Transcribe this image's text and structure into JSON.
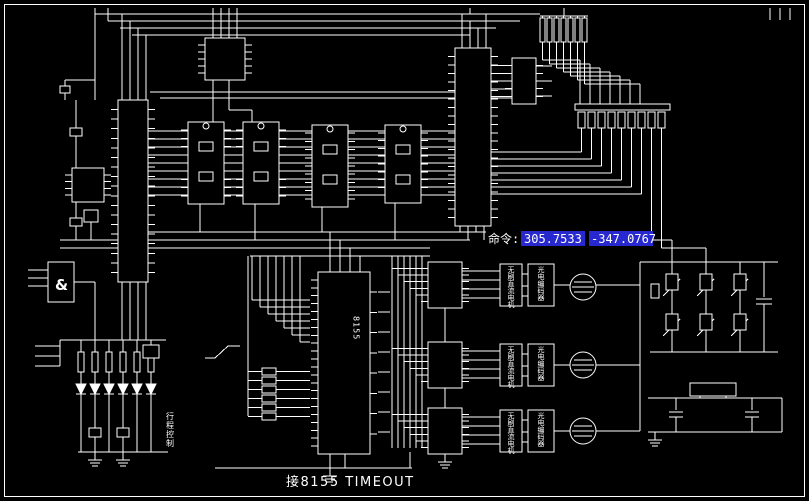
{
  "colors": {
    "background": "#000000",
    "line": "#ffffff",
    "command_box": "#2828cf",
    "command_text": "#ffffff"
  },
  "command_bar": {
    "label": "命令:",
    "value_x": "305.7533",
    "value_y": "-347.0767"
  },
  "labels": {
    "bottom_note": "接8155 TIMEOUT",
    "and_gate": "&",
    "travel_control": "行程控制",
    "main_chip": "8155"
  },
  "motor_rows": [
    {
      "driver_label": "无刷直流电机",
      "encoder_label": "光电编码器"
    },
    {
      "driver_label": "无刷直流电机",
      "encoder_label": "光电编码器"
    },
    {
      "driver_label": "无刷直流电机",
      "encoder_label": "光电编码器"
    }
  ]
}
